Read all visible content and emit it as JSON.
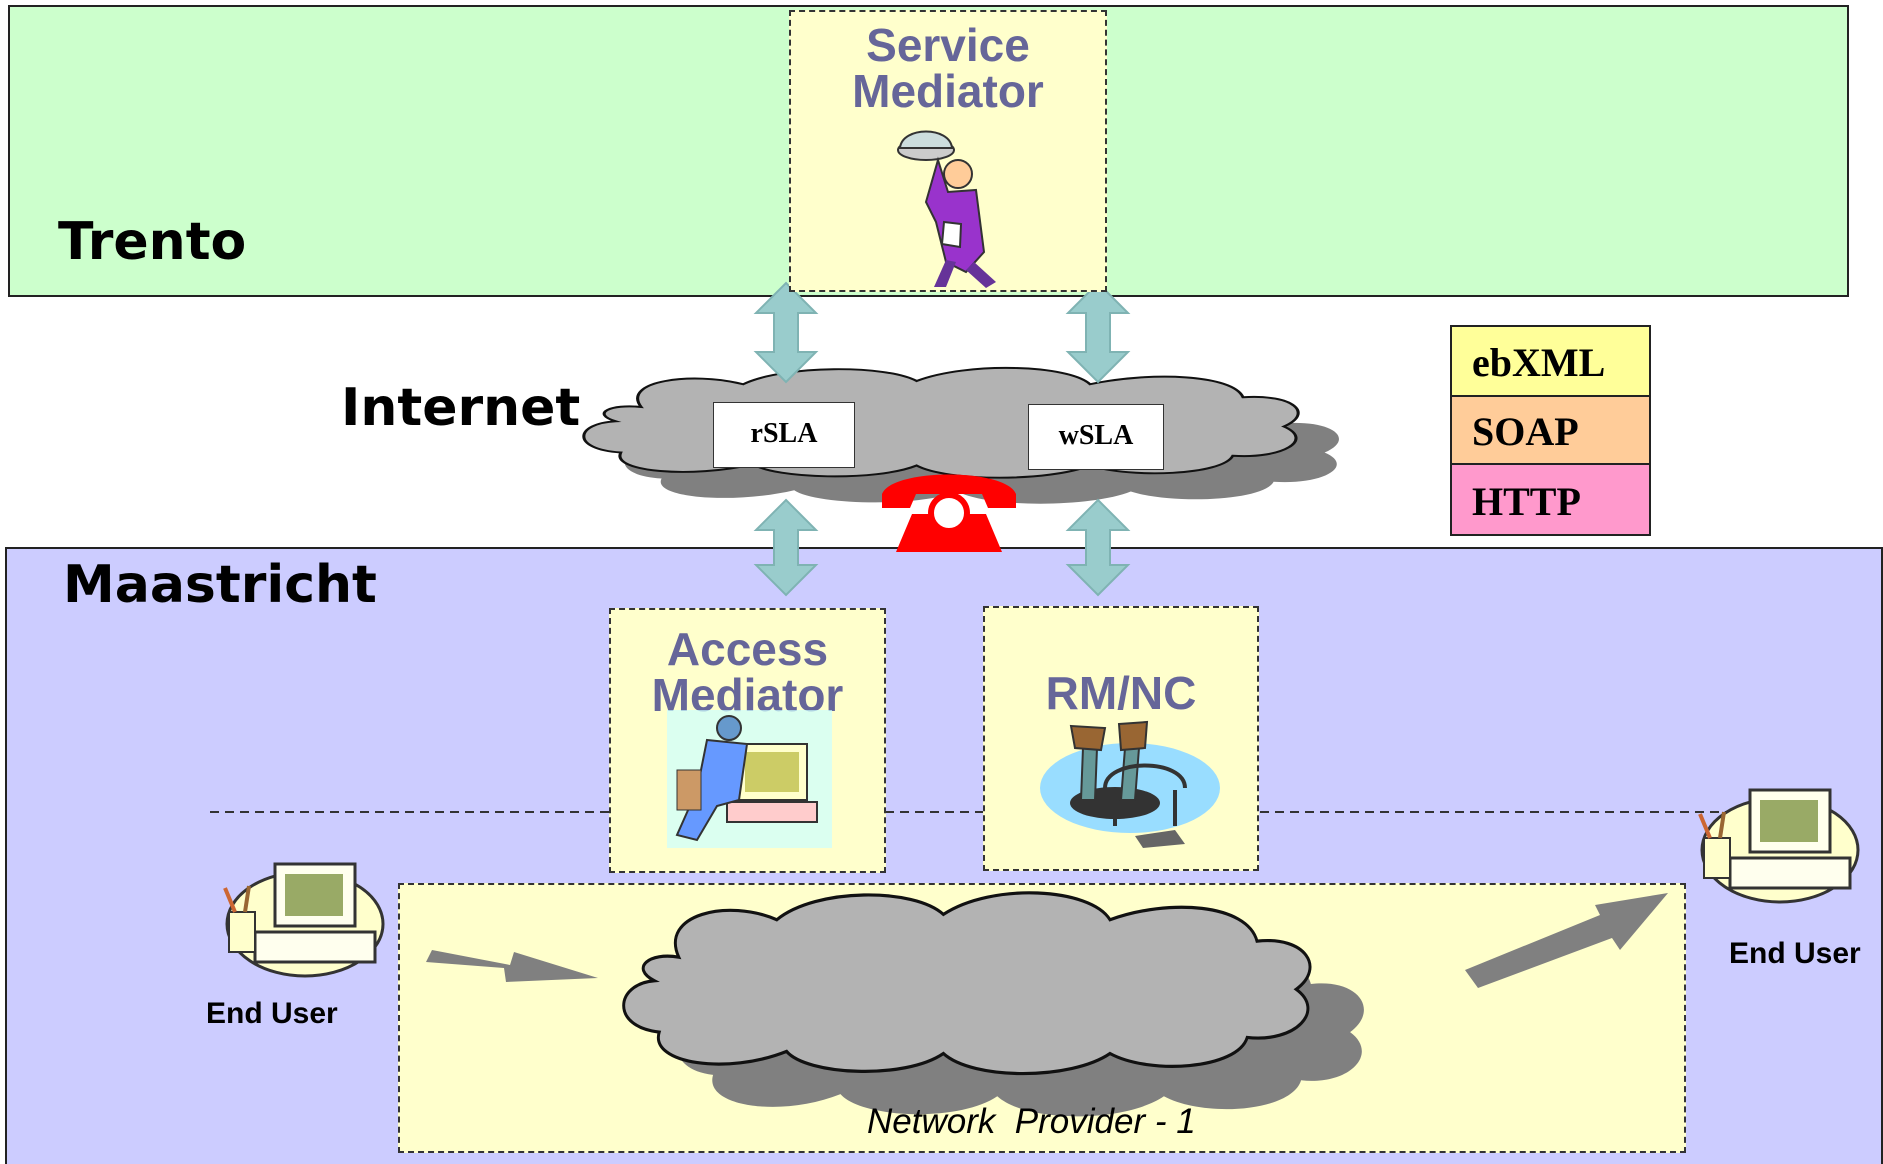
{
  "regions": {
    "trento": "Trento",
    "internet": "Internet",
    "maastricht": "Maastricht"
  },
  "components": {
    "service_mediator": [
      "Service",
      "Mediator"
    ],
    "access_mediator": [
      "Access",
      "Mediator"
    ],
    "rmnc": "RM/NC",
    "network_provider": "Network  Provider - 1"
  },
  "sla": {
    "rsla": "rSLA",
    "wsla": "wSLA"
  },
  "protocol_stack": [
    {
      "label": "ebXML",
      "color": "#ffff99"
    },
    {
      "label": "SOAP",
      "color": "#ffcc99"
    },
    {
      "label": "HTTP",
      "color": "#ff99cc"
    }
  ],
  "end_users": {
    "left": "End User",
    "right": "End User"
  },
  "colors": {
    "trento_bg": "#ccffcc",
    "maastricht_bg": "#ccccff",
    "box_bg": "#ffffcc",
    "arrow_fill": "#99cccc",
    "cloud_fill": "#b3b3b3",
    "phone": "#ff0000"
  },
  "icons": [
    "waiter-icon",
    "technician-computer-icon",
    "repair-worker-icon",
    "telephone-icon",
    "computer-icon"
  ]
}
